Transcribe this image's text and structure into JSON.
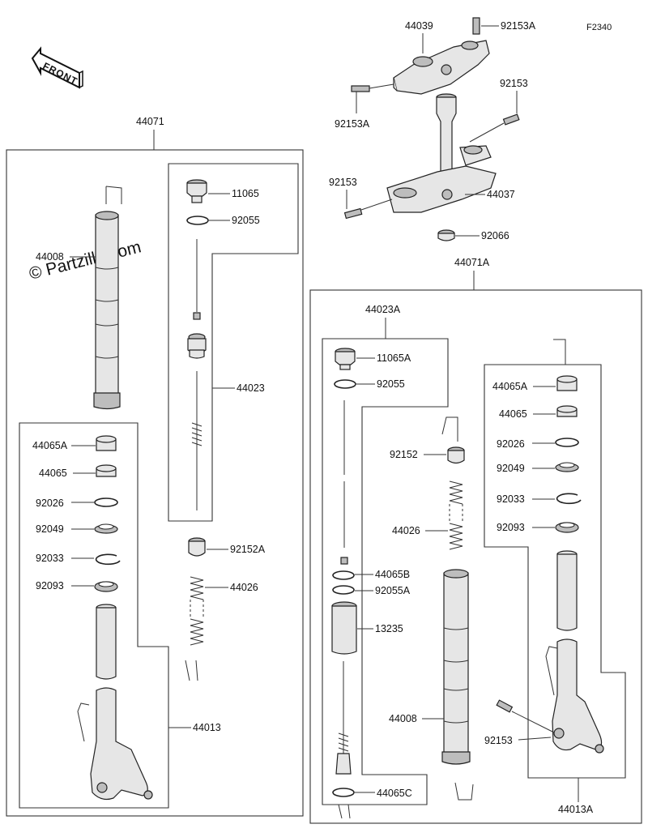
{
  "diagram_code": "F2340",
  "watermark": "© Partzilla.com",
  "front_label": "FRONT",
  "left_assembly": {
    "fork_label": "44071",
    "tube_label": "44008",
    "damper_label": "44023",
    "cap_label": "11065",
    "oring_label": "92055",
    "bushing_a_label": "44065A",
    "bushing_label": "44065",
    "washer_label": "92026",
    "oil_seal_label": "92049",
    "circlip_label": "92033",
    "dust_seal_label": "92093",
    "nut_label": "92152A",
    "spring_label": "44026",
    "outer_tube_label": "44013"
  },
  "top": {
    "upper_bracket_label": "44039",
    "upper_bolt_label_right": "92153A",
    "upper_bolt_label_left": "92153A",
    "stem_bolt_label": "92153",
    "stem_label": "44037",
    "lower_bolt_label": "92153",
    "stem_cap_label": "92066"
  },
  "right_assembly": {
    "fork_label": "44071A",
    "damper_label": "44023A",
    "cap_label": "11065A",
    "oring_label": "92055",
    "nut_label": "92152",
    "spring_label": "44026",
    "bushing_b_label": "44065B",
    "oring_a_label": "92055A",
    "cylinder_label": "13235",
    "tube_label": "44008",
    "bushing_c_label": "44065C",
    "bushing_a_label": "44065A",
    "bushing_label": "44065",
    "washer_label": "92026",
    "oil_seal_label": "92049",
    "circlip_label": "92033",
    "dust_seal_label": "92093",
    "axle_bolt_label": "92153",
    "outer_tube_label": "44013A"
  }
}
